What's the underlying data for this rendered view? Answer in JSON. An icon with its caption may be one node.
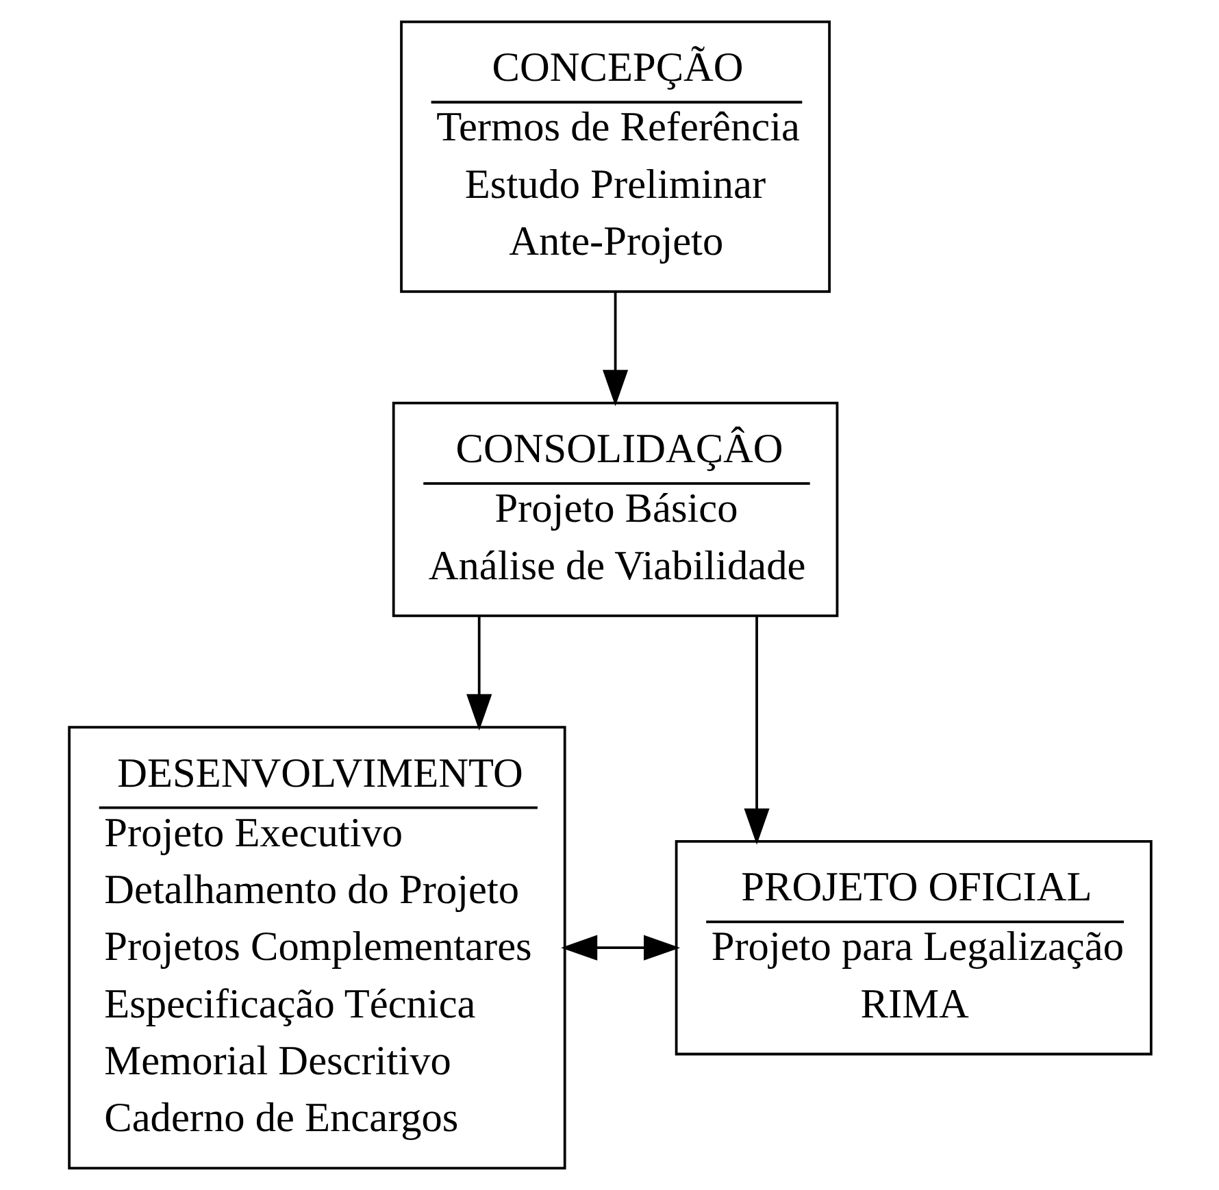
{
  "diagram": {
    "nodes": [
      {
        "text": [
          "CONCEPÇÃO",
          "Termos de Referência",
          "Estudo Preliminar",
          "Ante-Projeto"
        ]
      },
      {
        "text": [
          "CONSOLIDAÇÂO",
          "Projeto Básico",
          "Análise de Viabilidade"
        ]
      },
      {
        "text": [
          "DESENVOLVIMENTO",
          "Projeto Executivo",
          "Detalhamento do Projeto",
          "Projetos Complementares",
          "Especificação Técnica",
          "Memorial Descritivo",
          "Caderno de Encargos"
        ]
      },
      {
        "text": [
          "PROJETO OFICIAL",
          "Projeto para Legalização",
          "RIMA"
        ]
      }
    ],
    "edges": [
      {
        "from": 0,
        "to": 1,
        "arrow": "to"
      },
      {
        "from": 1,
        "to": 2,
        "arrow": "to"
      },
      {
        "from": 1,
        "to": 3,
        "arrow": "to"
      },
      {
        "from": 2,
        "to": 3,
        "arrow": "both"
      }
    ]
  }
}
